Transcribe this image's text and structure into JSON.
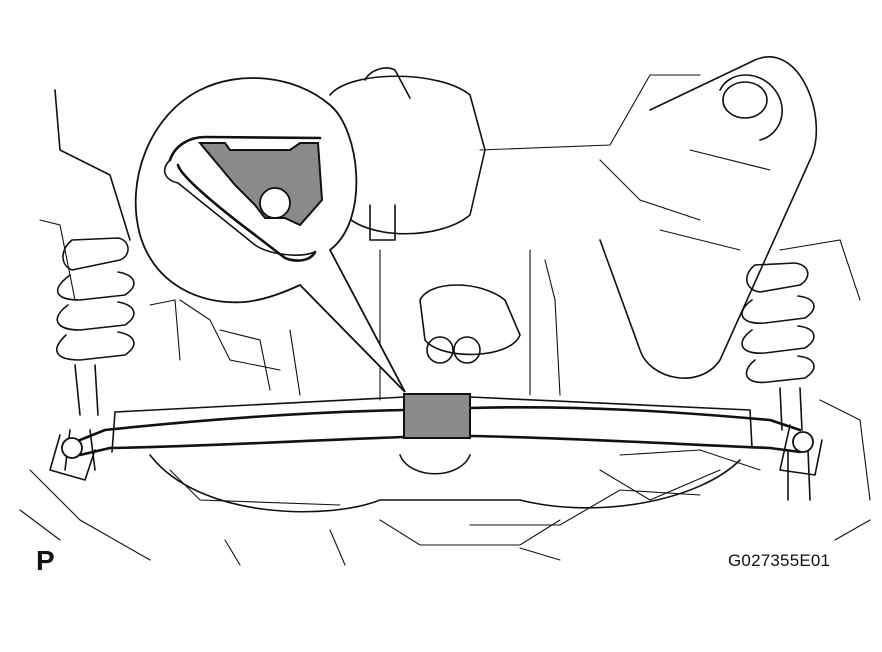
{
  "labels": {
    "view_code": "P",
    "figure_id": "G027355E01"
  },
  "colors": {
    "line": "#111111",
    "highlight_fill": "#8a8a8a",
    "background": "#ffffff"
  },
  "icons": {
    "callout": "magnifier-detail-callout",
    "marker": "shaded-bushing-location-marker"
  }
}
